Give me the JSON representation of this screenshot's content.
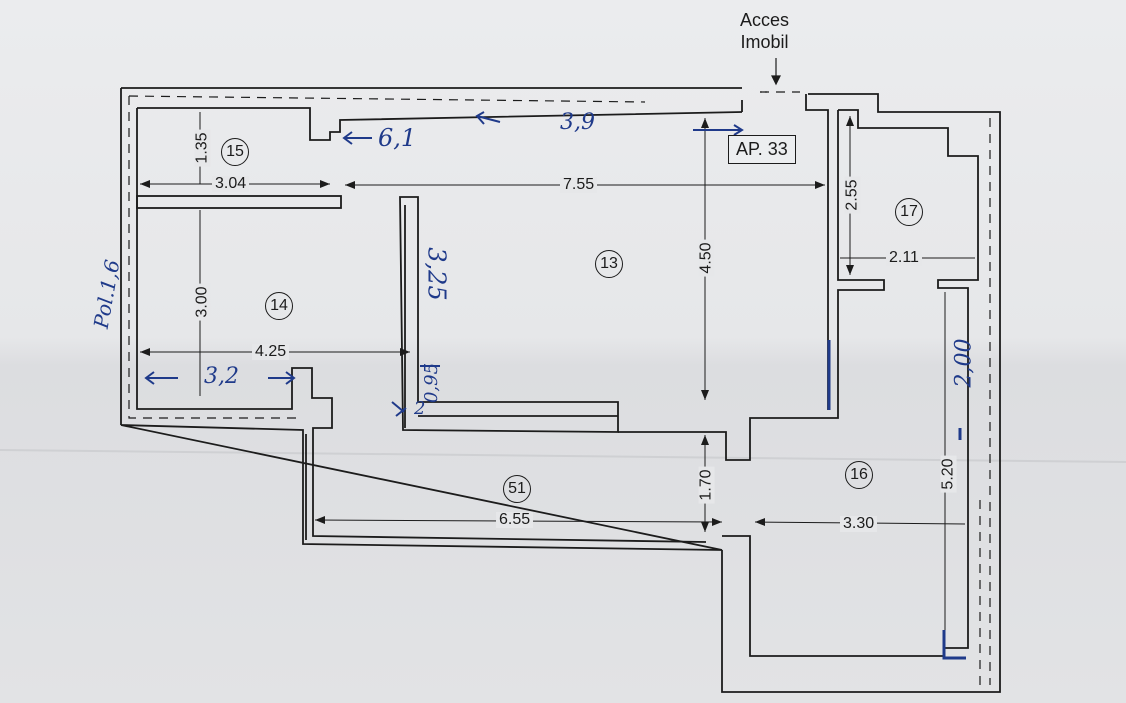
{
  "plan": {
    "access_label_line1": "Acces",
    "access_label_line2": "Imobil",
    "apartment_label": "AP. 33"
  },
  "rooms": [
    {
      "id": "r13",
      "number": "13"
    },
    {
      "id": "r14",
      "number": "14"
    },
    {
      "id": "r15",
      "number": "15"
    },
    {
      "id": "r16",
      "number": "16"
    },
    {
      "id": "r17",
      "number": "17"
    },
    {
      "id": "r51",
      "number": "51"
    }
  ],
  "dimensions": {
    "d135": "1.35",
    "d304": "3.04",
    "d755": "7.55",
    "d450": "4.50",
    "d255": "2.55",
    "d211": "2.11",
    "d300": "3.00",
    "d425": "4.25",
    "d170": "1.70",
    "d655": "6.55",
    "d330": "3.30",
    "d520": "5.20"
  },
  "handwritten": {
    "h61": "6,1",
    "h39": "3,9",
    "h325": "3,25",
    "h32": "3,2",
    "h095": "0,95",
    "h2": "2",
    "h200": "2,00",
    "side_note": "Pol.1,6"
  },
  "colors": {
    "ink": "#1c1c1c",
    "pen": "#1f3a8a",
    "paper": "#e6e7e9"
  }
}
